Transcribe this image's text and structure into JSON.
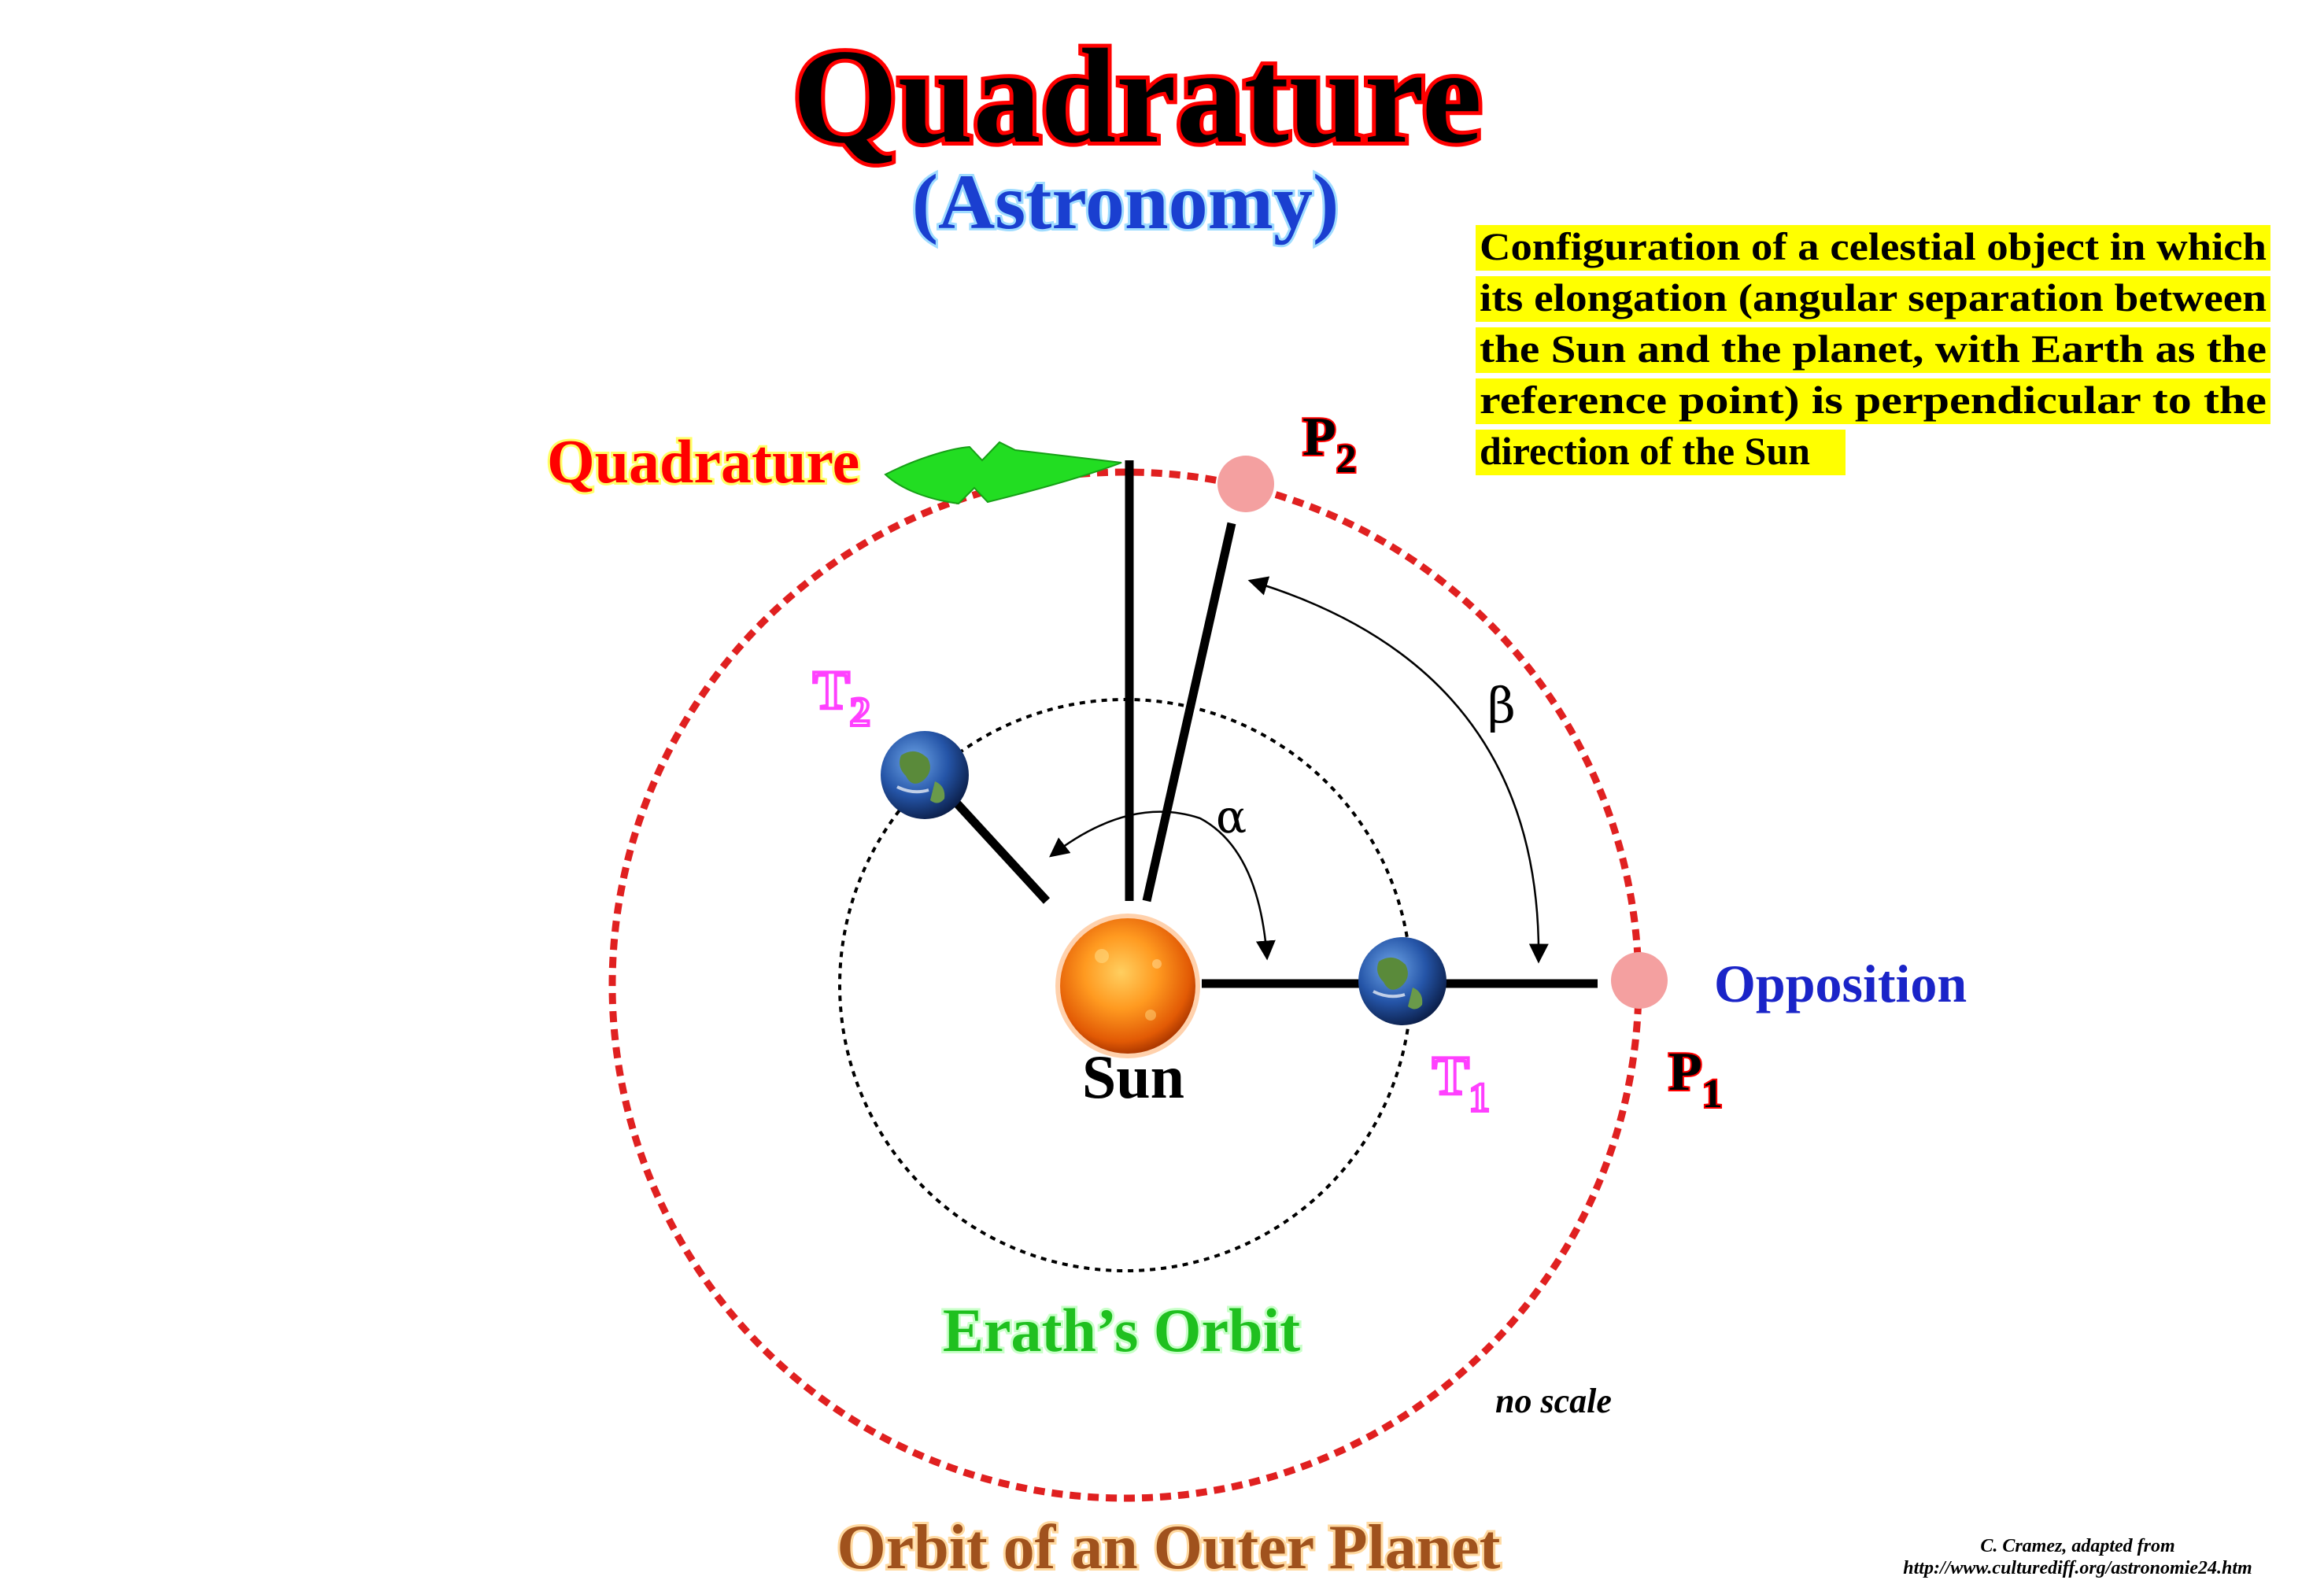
{
  "title": "Quadrature",
  "subtitle": "(Astronomy)",
  "definition": [
    "Configuration of a celestial object in which",
    "its elongation (angular separation between",
    "the Sun and the planet, with Earth as the",
    "reference point) is perpendicular to the",
    "direction of the Sun"
  ],
  "labels": {
    "quadrature": "Quadrature",
    "opposition": "Opposition",
    "sun": "Sun",
    "earth_orbit": "Erath’s Orbit",
    "outer_orbit": "Orbit of an Outer Planet",
    "no_scale": "no scale",
    "alpha": "α",
    "beta": "β",
    "p1": "P",
    "p1_sub": "1",
    "p2": "P",
    "p2_sub": "2",
    "t1": "T",
    "t1_sub": "1",
    "t2": "T",
    "t2_sub": "2"
  },
  "credit": {
    "line1": "C. Cramez, adapted from",
    "line2": "http://www.culturediff.org/astronomie24.htm"
  },
  "colors": {
    "title_fill": "#000000",
    "title_stroke": "#ff0000",
    "subtitle": "#1a3fd0",
    "definition_bg": "#ffff00",
    "quadrature": "#ff0000",
    "opposition": "#1a24c8",
    "earth_orbit_label": "#1fc01f",
    "outer_orbit_label": "#a0521d",
    "outer_orbit": "#e02020",
    "planet": "#f4a0a0",
    "t_label": "#ff40ff",
    "arrow": "#22dd22"
  },
  "icons": {
    "sun": "sun-icon",
    "earth": "earth-globe-icon",
    "planet": "planet-dot-icon"
  }
}
